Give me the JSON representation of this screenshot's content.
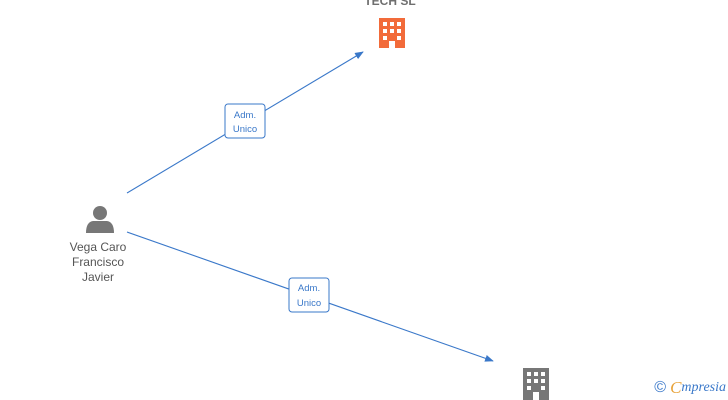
{
  "nodes": {
    "person": {
      "name_lines": [
        "Vega Caro",
        "Francisco",
        "Javier"
      ],
      "icon": "person-icon",
      "color": "#777777"
    },
    "company_top": {
      "label": "TECH  SL",
      "icon": "building-icon",
      "color": "#f26b3a"
    },
    "company_bottom": {
      "label": "",
      "icon": "building-icon",
      "color": "#777777"
    }
  },
  "edges": [
    {
      "from": "person",
      "to": "company_top",
      "label_lines": [
        "Adm.",
        "Unico"
      ],
      "color": "#3a78c9"
    },
    {
      "from": "person",
      "to": "company_bottom",
      "label_lines": [
        "Adm.",
        "Unico"
      ],
      "color": "#3a78c9"
    }
  ],
  "watermark": {
    "copyright_symbol": "©",
    "brand_first": "C",
    "brand_rest": "mpresia"
  }
}
